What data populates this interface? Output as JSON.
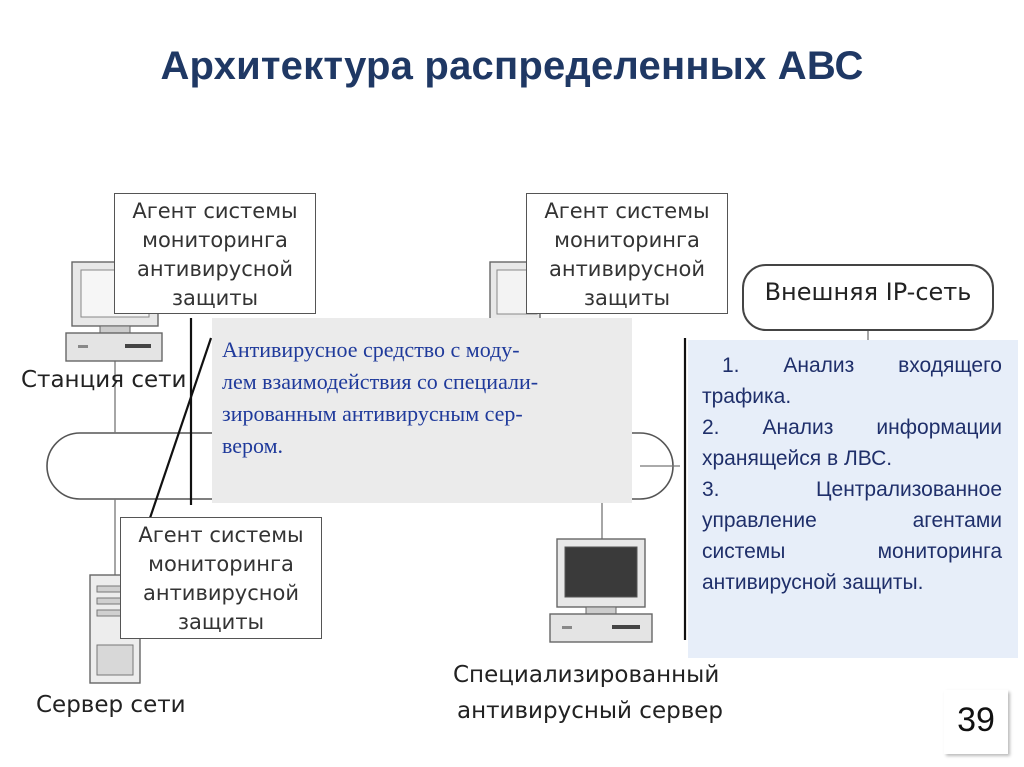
{
  "title": "Архитектура распределенных АВС",
  "agents": {
    "station": [
      "Агент системы",
      "мониторинга",
      "антивирусной",
      "защиты"
    ],
    "server": [
      "Агент системы",
      "мониторинга",
      "антивирусной",
      "защиты"
    ],
    "special": [
      "Агент системы",
      "мониторинга",
      "антивирусной",
      "защиты"
    ]
  },
  "labels": {
    "station": "Станция сети",
    "server": "Сервер сети",
    "special_line1": "Специализированный",
    "special_line2": "антивирусный сервер"
  },
  "external_network": "Внешняя IP-сеть",
  "note": [
    "Антивирусное средство с моду-",
    "лем взаимодействия со специали-",
    "зированным антивирусным сер-",
    "вером."
  ],
  "list": {
    "item1": [
      "1.",
      "Анализ",
      "входящего"
    ],
    "item1b": "трафика.",
    "item2": [
      "2.",
      "Анализ",
      "информации"
    ],
    "item2b": "хранящейся в ЛВС.",
    "item3": [
      "3.",
      "Централизованное"
    ],
    "item3b": [
      "управление",
      "агентами"
    ],
    "item3c": [
      "системы",
      "мониторинга"
    ],
    "item3d": "антивирусной защиты."
  },
  "page_number": "39",
  "colors": {
    "title": "#1f3864",
    "note_text": "#1f3a9b",
    "list_text": "#1f2f6a",
    "list_bg": "#e7eef9",
    "note_bg": "#ebebeb"
  }
}
